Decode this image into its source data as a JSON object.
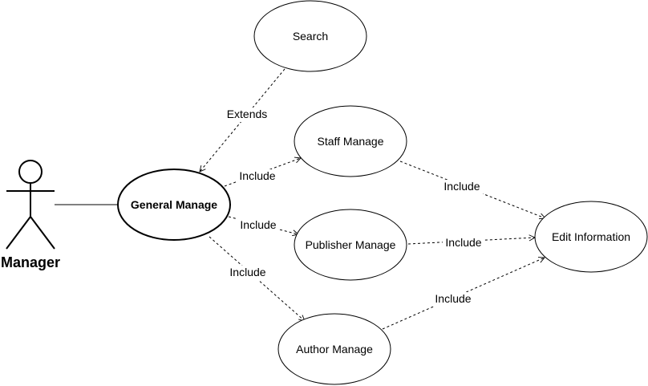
{
  "actor": {
    "label": "Manager"
  },
  "use_cases": {
    "search": "Search",
    "general_manage": "General Manage",
    "staff_manage": "Staff Manage",
    "publisher_manage": "Publisher Manage",
    "author_manage": "Author Manage",
    "edit_information": "Edit Information"
  },
  "relations": {
    "extends": "Extends",
    "include_staff": "Include",
    "include_publisher": "Include",
    "include_author": "Include",
    "include_staff_edit": "Include",
    "include_publisher_edit": "Include",
    "include_author_edit": "Include"
  }
}
